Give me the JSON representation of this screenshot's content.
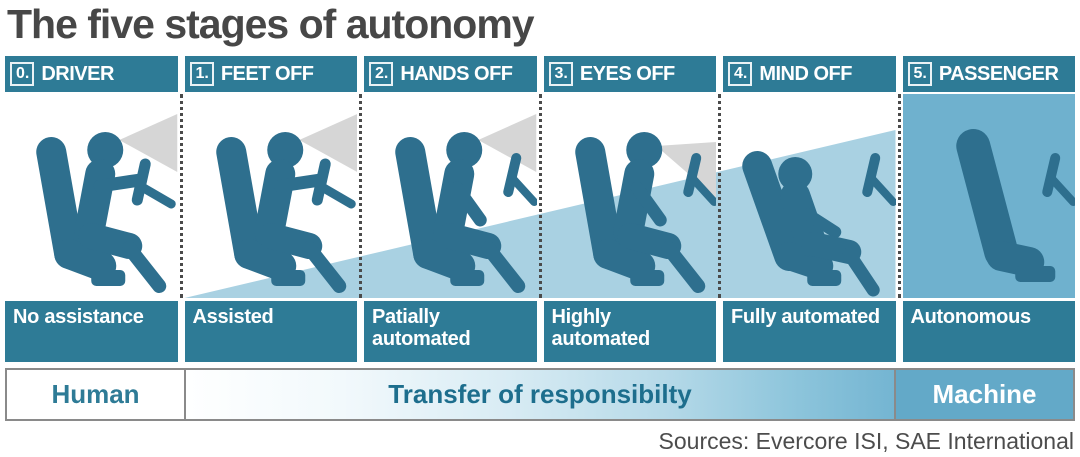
{
  "title": "The five stages of autonomy",
  "source": "Sources: Evercore ISI, SAE International",
  "colors": {
    "header_teal": "#2e7b96",
    "figure_teal": "#2e6f8e",
    "wedge_blue": "#a9d1e2",
    "passenger_blue": "#6fb1ce",
    "vision_cone_gray": "#d6d6d6",
    "machine_blue": "#63a9c8",
    "title_gray": "#474747",
    "bar_border_gray": "#8a8a8a"
  },
  "stages": [
    {
      "num": "0.",
      "header": "DRIVER",
      "label": "No assistance",
      "pose": "wheel",
      "cone": "front",
      "filled": false
    },
    {
      "num": "1.",
      "header": "FEET OFF",
      "label": "Assisted",
      "pose": "wheel",
      "cone": "front",
      "filled": false
    },
    {
      "num": "2.",
      "header": "HANDS OFF",
      "label": "Patially automated",
      "pose": "lap",
      "cone": "front",
      "filled": false
    },
    {
      "num": "3.",
      "header": "EYES OFF",
      "label": "Highly automated",
      "pose": "lap",
      "cone": "down",
      "filled": false
    },
    {
      "num": "4.",
      "header": "MIND OFF",
      "label": "Fully automated",
      "pose": "recline",
      "cone": "none",
      "filled": false
    },
    {
      "num": "5.",
      "header": "PASSENGER",
      "label": "Autonomous",
      "pose": "empty",
      "cone": "none",
      "filled": true
    }
  ],
  "bottom_bar": {
    "human": "Human",
    "transfer": "Transfer of responsibilty",
    "machine": "Machine"
  }
}
